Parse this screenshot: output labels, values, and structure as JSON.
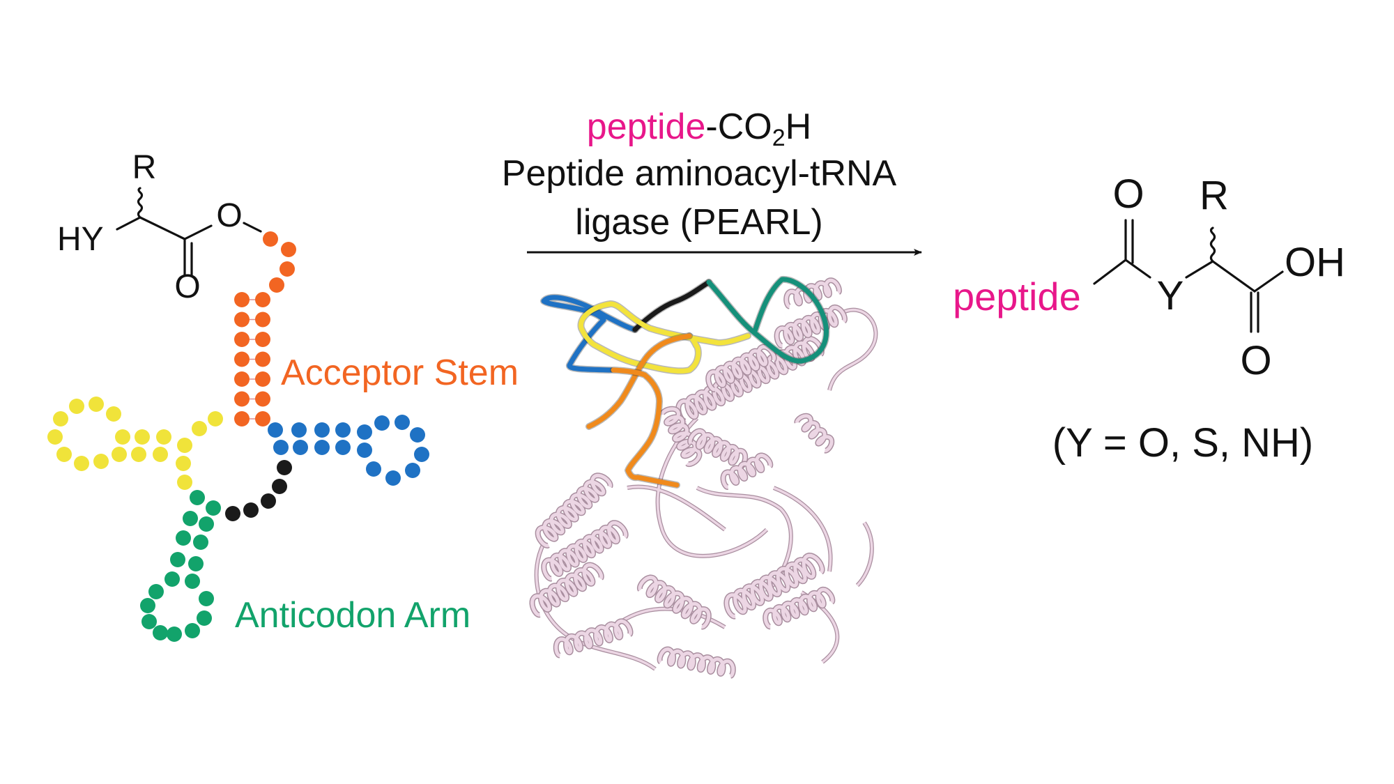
{
  "colors": {
    "peptide": "#e8178a",
    "acceptor": "#f26522",
    "tRNA_yellow": "#f0e33a",
    "tRNA_blue": "#1f72c4",
    "tRNA_black": "#1a1a1a",
    "anticodon": "#12a36b",
    "protein": "#ecd6e4"
  },
  "reactant": {
    "r_group": "R",
    "hy": "HY",
    "ester_o": "O",
    "carbonyl_o": "O"
  },
  "labels": {
    "acceptor_stem": "Acceptor Stem",
    "anticodon_arm": "Anticodon Arm"
  },
  "reaction": {
    "reagent_peptide": "peptide",
    "reagent_co": "-CO",
    "reagent_sub": "2",
    "reagent_h": "H",
    "enzyme_line1": "Peptide aminoacyl-tRNA",
    "enzyme_line2": "ligase (PEARL)"
  },
  "product": {
    "peptide": "peptide",
    "carbonyl_o": "O",
    "y": "Y",
    "r_group": "R",
    "oh": "OH",
    "acid_o": "O",
    "note": "(Y = O, S, NH)"
  }
}
